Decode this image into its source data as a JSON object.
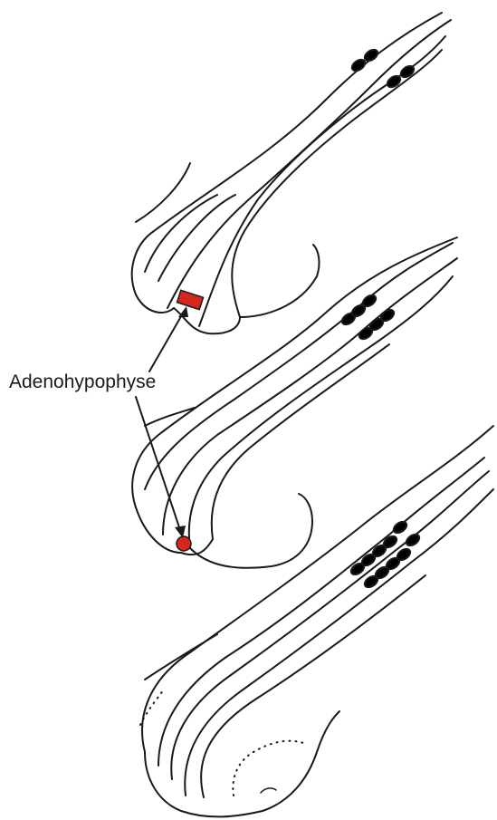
{
  "label": {
    "text": "Adenohypophyse"
  },
  "colors": {
    "line": "#1a1a1a",
    "highlight": "#d7261e",
    "background": "#ffffff"
  },
  "stages": [
    {
      "name": "stage-top"
    },
    {
      "name": "stage-middle"
    },
    {
      "name": "stage-bottom"
    }
  ]
}
